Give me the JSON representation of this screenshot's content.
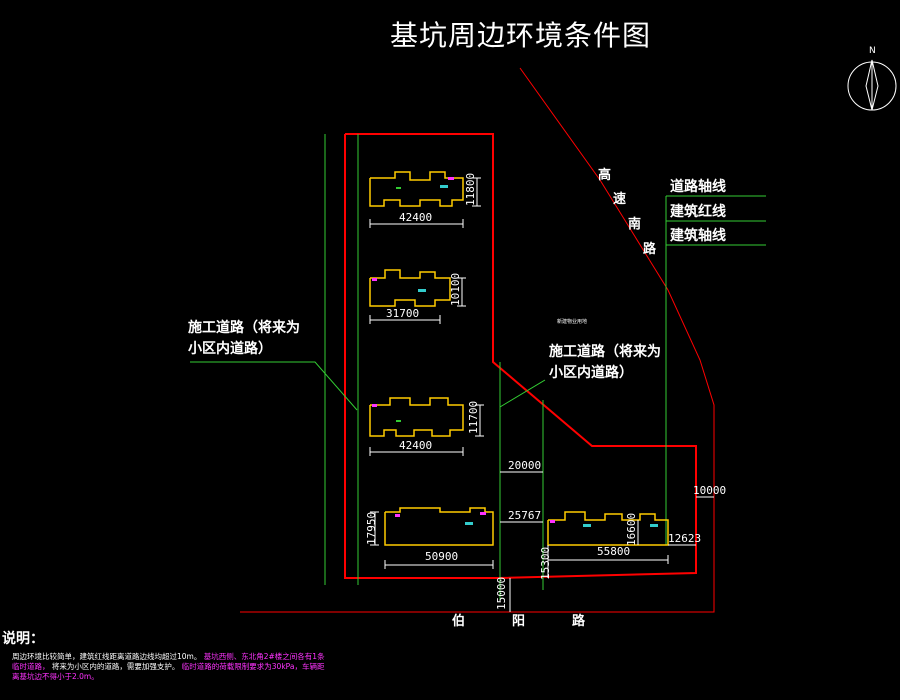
{
  "title": "基坑周边环境条件图",
  "north_label": "N",
  "legend": {
    "items": [
      {
        "label": "道路轴线"
      },
      {
        "label": "建筑红线"
      },
      {
        "label": "建筑轴线"
      }
    ]
  },
  "construction_road_left": [
    "施工道路（将来为",
    "小区内道路）"
  ],
  "construction_road_right": [
    "施工道路（将来为",
    "小区内道路）"
  ],
  "road_right_name": [
    "高",
    "速",
    "南",
    "路"
  ],
  "road_bottom_name": [
    "伯",
    "阳",
    "路"
  ],
  "center_small_label": "新建物业用地",
  "buildings": [
    {
      "width": "42400",
      "depth": "11800"
    },
    {
      "width": "31700",
      "depth": "10100"
    },
    {
      "width": "42400",
      "depth": "11700"
    },
    {
      "width": "50900",
      "depth": "17950"
    },
    {
      "width": "55800",
      "depth": "16600"
    }
  ],
  "dimensions": {
    "d20000": "20000",
    "d25767": "25767",
    "d15300": "15300",
    "d15000": "15000",
    "d10000": "10000",
    "d12623": "12623"
  },
  "notes": {
    "heading": "说明：",
    "line1_white": "周边环境比较简单，建筑红线距离道路边线均超过10m。",
    "line1_magenta": "基坑西侧、东北角2#楼之间各有1条",
    "line2_magenta": "临时道路，",
    "line2_white": "将来为小区内的道路，需要加强支护。",
    "line2_magenta_b": "临时道路的荷载限制要求为30kPa，车辆距",
    "line3_magenta": "离基坑边不得小于2.0m。"
  },
  "colors": {
    "red_line": "#ff0000",
    "green_line": "#33cc33",
    "building_outline": "#ffcc00",
    "magenta": "#ff33ff",
    "background": "#000000"
  }
}
